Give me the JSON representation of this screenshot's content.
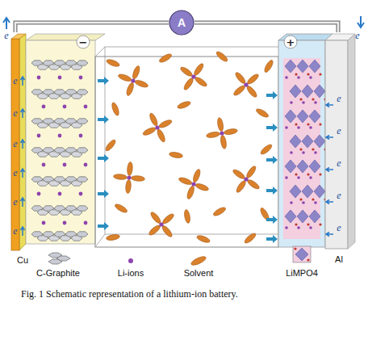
{
  "diagram": {
    "caption": "Fig. 1 Schematic representation of a lithium-ion battery.",
    "nodes": [
      {
        "text": [
          "A"
        ]
      },
      {
        "text": [
          "−"
        ]
      },
      {
        "text": [
          "+"
        ]
      }
    ],
    "edges": [
      {
        "from": 1,
        "to": 0,
        "arrow": "none"
      },
      {
        "from": 0,
        "to": 2,
        "arrow": "none"
      }
    ],
    "labels": [
      "e",
      "e",
      "e",
      "e",
      "e",
      "e",
      "e",
      "e",
      "e",
      "e",
      "e",
      "e",
      "e",
      "Cu",
      "Al"
    ],
    "legend": [
      {
        "text": "C-Graphite"
      },
      {
        "text": "Li-ions"
      },
      {
        "text": "Solvent"
      },
      {
        "text": "LiMPO4"
      }
    ]
  }
}
